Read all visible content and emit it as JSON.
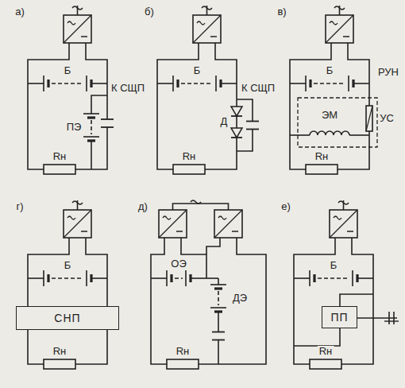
{
  "diagram": {
    "nodes": [
      {
        "text": [
          "СНП"
        ]
      },
      {
        "text": [
          "ПП"
        ]
      }
    ],
    "labels": [
      "а)",
      "Б",
      "К СЩП",
      "ПЭ",
      "Rн",
      "б)",
      "Б",
      "К СЩП",
      "Д",
      "Rн",
      "в)",
      "Б",
      "РУН",
      "ЭМ",
      "УС",
      "Rн",
      "г)",
      "Б",
      "Rн",
      "д)",
      "ОЭ",
      "ДЭ",
      "Rн",
      "е)",
      "Б",
      "Rн"
    ]
  }
}
